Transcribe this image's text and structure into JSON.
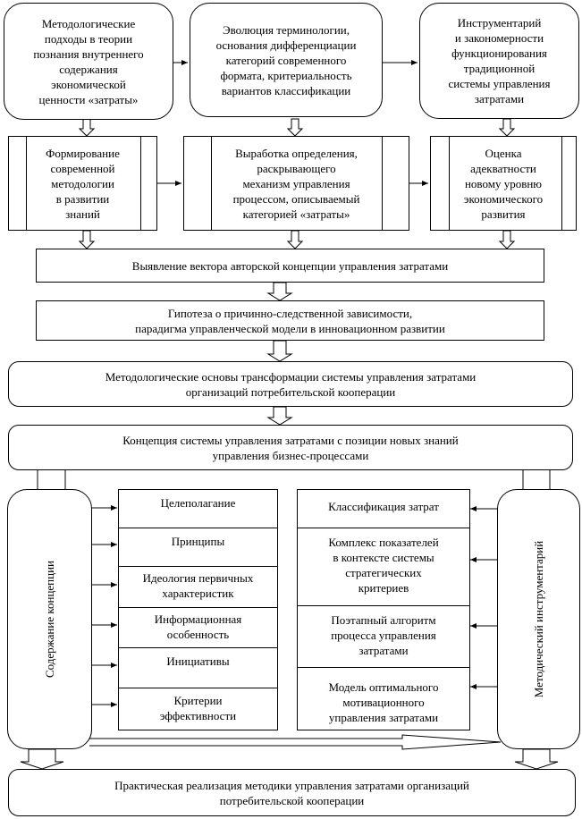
{
  "top_row": [
    "Методологические\nподходы в теории\nпознания внутреннего\nсодержания\nэкономической\nценности «затраты»",
    "Эволюция терминологии,\nоснования дифференциации\nкатегорий современного\nформата, критериальность\nвариантов классификации",
    "Инструментарий\nи закономерности\nфункционирования\nтрадиционной\nсистемы управления\nзатратами"
  ],
  "second_row": [
    "Формирование\nсовременной\nметодологии\nв развитии\nзнаний",
    "Выработка определения,\nраскрывающего\nмеханизм управления\nпроцессом, описываемый\nкатегорией «затраты»",
    "Оценка\nадекватности\nновому уровню\nэкономического\nразвития"
  ],
  "vector": "Выявление вектора авторской концепции управления затратами",
  "hypothesis": "Гипотеза о причинно-следственной зависимости,\nпарадигма управленческой модели в инновационном развитии",
  "foundations": "Методологические основы трансформации системы управления затратами\nорганизаций потребительской кооперации",
  "concept": "Концепция системы управления затратами с позиции новых знаний\nуправления бизнес-процессами",
  "left_side": "Содержание концепции",
  "right_side": "Методический инструментарий",
  "left_items": [
    "Целеполагание",
    "Принципы",
    "Идеология первичных\nхарактеристик",
    "Информационная\nособенность",
    "Инициативы",
    "Критерии\nэффективности"
  ],
  "right_items": [
    "Классификация затрат",
    "Комплекс показателей\nв контексте системы\nстратегических\nкритериев",
    "Поэтапный алгоритм\nпроцесса управления\nзатратами",
    "Модель оптимального\nмотивационного\nуправления затратами"
  ],
  "practice": "Практическая реализация методики управления затратами организаций\nпотребительской кооперации"
}
